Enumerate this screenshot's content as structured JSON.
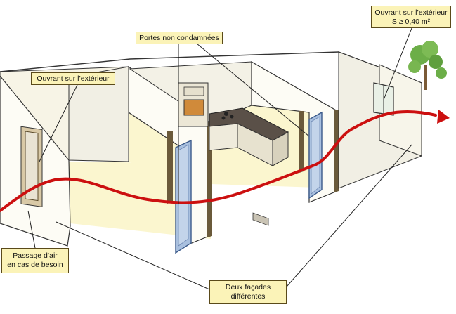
{
  "callouts": {
    "ouvrant_ext_top": {
      "line1": "Ouvrant sur l’extérieur",
      "line2": "S ≥ 0,40 m²"
    },
    "portes": {
      "text": "Portes non condamnées"
    },
    "ouvrant_ext_left": {
      "text": "Ouvrant sur l’extérieur"
    },
    "passage": {
      "line1": "Passage d’air",
      "line2": "en cas de besoin"
    },
    "facades": {
      "line1": "Deux façades",
      "line2": "différentes"
    }
  },
  "colors": {
    "airflow": "#cc1010",
    "callout_bg": "#fbf3b8",
    "floor": "#fbf6cf",
    "wall": "#fdfcf5",
    "wall_shade": "#eceae0",
    "door_glass": "#9fb6d6",
    "tree": "#6cae48"
  }
}
